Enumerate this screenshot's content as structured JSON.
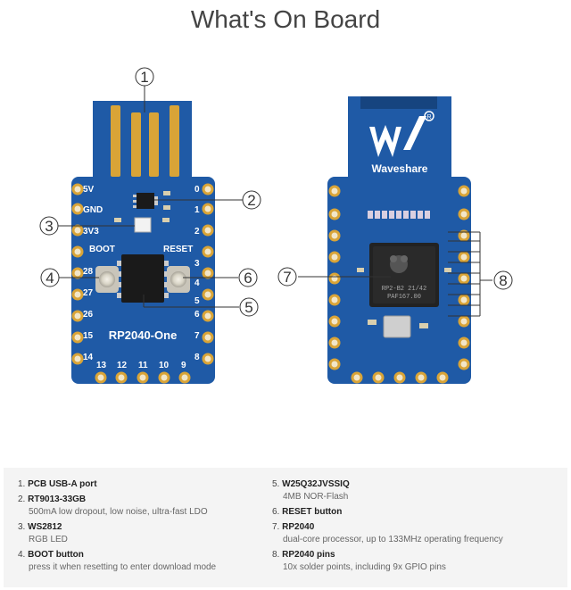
{
  "title": "What's On Board",
  "front_board": {
    "labels": {
      "v5": "5V",
      "gnd": "GND",
      "v3": "3V3",
      "boot": "BOOT",
      "reset": "RESET",
      "name": "RP2040-One",
      "left_pins": [
        "28",
        "27",
        "26",
        "15",
        "14"
      ],
      "right_pins": [
        "0",
        "1",
        "2",
        "3",
        "4",
        "5",
        "6",
        "7",
        "8"
      ],
      "bottom_pins": [
        "13",
        "12",
        "11",
        "10",
        "9"
      ]
    }
  },
  "back_board": {
    "brand": "Waveshare",
    "chip_text": [
      "RP2-B2  21/42",
      "PAF167.00"
    ]
  },
  "callouts": [
    "1",
    "2",
    "3",
    "4",
    "5",
    "6",
    "7",
    "8"
  ],
  "specs": {
    "left": [
      {
        "num": "1.",
        "name": "PCB USB-A port",
        "desc": ""
      },
      {
        "num": "2.",
        "name": "RT9013-33GB",
        "desc": "500mA low dropout, low noise, ultra-fast LDO"
      },
      {
        "num": "3.",
        "name": "WS2812",
        "desc": "RGB LED"
      },
      {
        "num": "4.",
        "name": "BOOT button",
        "desc": "press it when resetting to enter download mode"
      }
    ],
    "right": [
      {
        "num": "5.",
        "name": "W25Q32JVSSIQ",
        "desc": "4MB NOR-Flash"
      },
      {
        "num": "6.",
        "name": "RESET button",
        "desc": ""
      },
      {
        "num": "7.",
        "name": "RP2040",
        "desc": "dual-core processor, up to 133MHz operating frequency"
      },
      {
        "num": "8.",
        "name": "RP2040 pins",
        "desc": "10x solder points, including 9x GPIO pins"
      }
    ]
  },
  "colors": {
    "pcb": "#1f5aa6",
    "pcb_dark": "#16447f",
    "gold": "#d9a437",
    "pad_inner": "#f2e6c8",
    "chip": "#222222",
    "text_dark": "#333333"
  }
}
